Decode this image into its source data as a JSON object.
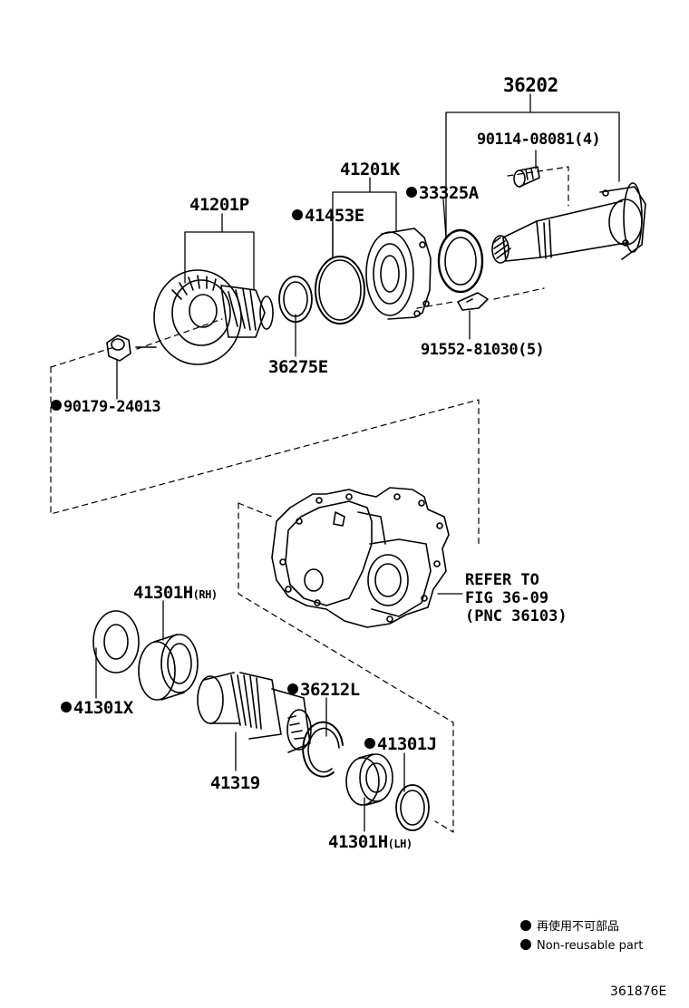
{
  "labels": {
    "p36202": "36202",
    "p90114": "90114-08081(4)",
    "p41201k": "41201K",
    "p33325a": "33325A",
    "p41201p": "41201P",
    "p41453e": "41453E",
    "p91552": "91552-81030(5)",
    "p36275e": "36275E",
    "p90179": "90179-24013",
    "p41301h_rh": "41301H",
    "p41301h_rh_suffix": "(RH)",
    "p41301x": "41301X",
    "p36212l": "36212L",
    "p41301j": "41301J",
    "p41319": "41319",
    "p41301h_lh": "41301H",
    "p41301h_lh_suffix": "(LH)"
  },
  "refer": {
    "line1": "REFER TO",
    "line2": "FIG 36-09",
    "line3": "(PNC 36103)"
  },
  "legend": {
    "jp": "再使用不可部品",
    "en": "Non-reusable part"
  },
  "figure_number": "361876E"
}
